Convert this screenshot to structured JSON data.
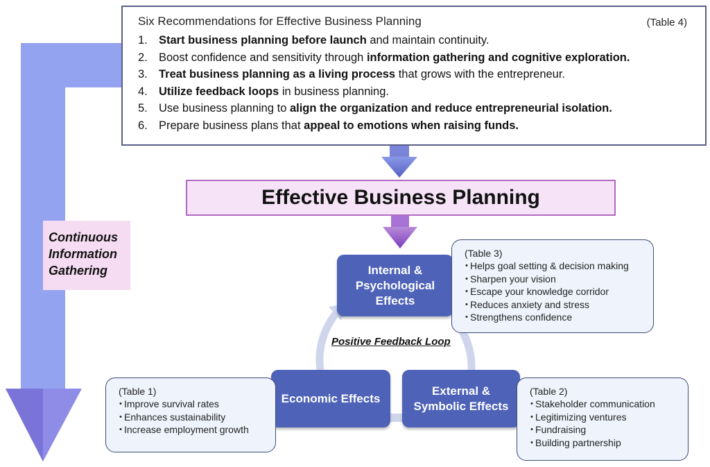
{
  "recommendations": {
    "title": "Six Recommendations for Effective Business Planning",
    "ref": "(Table 4)",
    "items": [
      {
        "num": "1.",
        "pre": "",
        "bold": "Start business planning before launch",
        "post": " and maintain continuity."
      },
      {
        "num": "2.",
        "pre": "Boost confidence and sensitivity through ",
        "bold": "information gathering and cognitive exploration.",
        "post": ""
      },
      {
        "num": "3.",
        "pre": "",
        "bold": "Treat business planning as a living process",
        "post": " that grows with the entrepreneur."
      },
      {
        "num": "4.",
        "pre": "",
        "bold": "Utilize feedback loops",
        "post": " in business planning."
      },
      {
        "num": "5.",
        "pre": "Use business planning to ",
        "bold": "align the organization and reduce entrepreneurial isolation.",
        "post": ""
      },
      {
        "num": "6.",
        "pre": "Prepare business plans that ",
        "bold": "appeal to emotions when raising funds.",
        "post": ""
      }
    ]
  },
  "main_title": "Effective Business Planning",
  "side_label": {
    "line1": "Continuous",
    "line2": "Information",
    "line3": "Gathering"
  },
  "loop_label": "Positive Feedback Loop",
  "effects": {
    "internal": {
      "line1": "Internal &",
      "line2": "Psychological",
      "line3": "Effects"
    },
    "economic": {
      "line1": "Economic Effects"
    },
    "external": {
      "line1": "External &",
      "line2": "Symbolic Effects"
    }
  },
  "tables": {
    "table3": {
      "ref": "(Table 3)",
      "items": [
        "Helps goal setting & decision making",
        "Sharpen your vision",
        "Escape your knowledge corridor",
        "Reduces anxiety and stress",
        "Strengthens confidence"
      ]
    },
    "table1": {
      "ref": "(Table 1)",
      "items": [
        "Improve survival rates",
        "Enhances sustainability",
        "Increase employment growth"
      ]
    },
    "table2": {
      "ref": "(Table 2)",
      "items": [
        "Stakeholder communication",
        "Legitimizing ventures",
        "Fundraising",
        "Building partnership"
      ]
    }
  },
  "colors": {
    "accent": "#4e62b8",
    "arrow_blue": "#8fa0f2",
    "arrow_purple": "#8a48c8"
  }
}
